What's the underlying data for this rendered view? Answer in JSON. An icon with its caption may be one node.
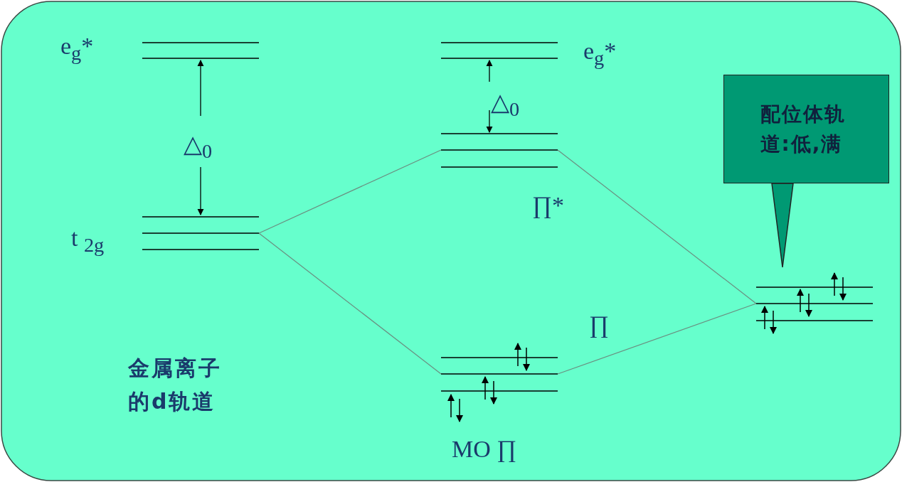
{
  "diagram": {
    "nodes": [
      {
        "text": [],
        "shape": "bar",
        "beside": [
          "e$_{g}$*"
        ]
      },
      {
        "text": [],
        "shape": "bar",
        "beside": [
          "t $_{2g}$"
        ]
      },
      {
        "text": [],
        "shape": "bar",
        "beside": [
          "e$_{g}$*"
        ]
      },
      {
        "text": [],
        "shape": "bar",
        "beside": [
          "∏*"
        ]
      },
      {
        "text": [],
        "shape": "bar",
        "beside": [
          "∏"
        ]
      },
      {
        "text": [],
        "shape": "bar"
      },
      {
        "text": [
          "配位体轨道:低,满"
        ]
      }
    ],
    "edges": [
      {
        "from": 1,
        "to": 3,
        "arrow": "none",
        "color": "#6b8f80"
      },
      {
        "from": 1,
        "to": 4,
        "arrow": "none",
        "color": "#6b8f80"
      },
      {
        "from": 5,
        "to": 3,
        "arrow": "none",
        "color": "#6b8f80"
      },
      {
        "from": 5,
        "to": 4,
        "arrow": "none",
        "color": "#6b8f80"
      },
      {
        "from": 6,
        "to": 5,
        "arrow": "none"
      }
    ],
    "labels": [
      "△$_{0}$",
      "△$_{0}$",
      "金属离子的d轨道",
      "MO ∏"
    ]
  }
}
